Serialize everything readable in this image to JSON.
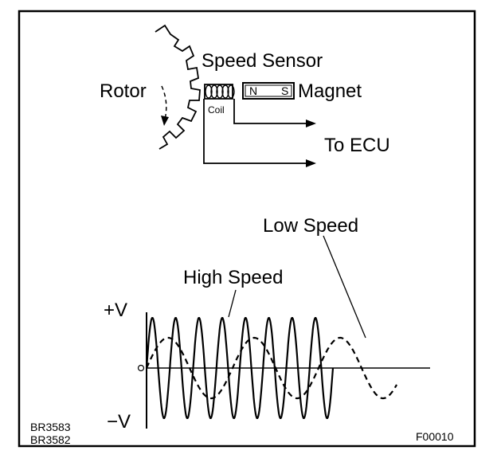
{
  "labels": {
    "speed_sensor": "Speed Sensor",
    "rotor": "Rotor",
    "coil": "Coil",
    "magnet_north": "N",
    "magnet_south": "S",
    "magnet": "Magnet",
    "to_ecu": "To ECU",
    "low_speed": "Low Speed",
    "high_speed": "High Speed",
    "plus_v": "+V",
    "minus_v": "−V",
    "origin": "0"
  },
  "codes": {
    "left_top": "BR3583",
    "left_bottom": "BR3582",
    "right": "F00010"
  },
  "colors": {
    "line": "#000000",
    "background": "#ffffff"
  }
}
